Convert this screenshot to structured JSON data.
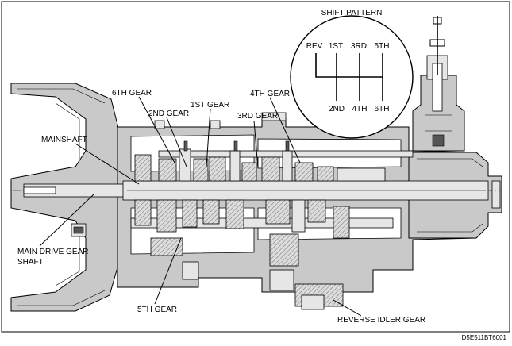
{
  "shift_pattern": {
    "title": "SHIFT PATTERN",
    "top_positions": [
      "REV",
      "1ST",
      "3RD",
      "5TH"
    ],
    "bottom_positions": [
      "2ND",
      "4TH",
      "6TH"
    ]
  },
  "labels": {
    "sixth_gear": "6TH GEAR",
    "second_gear": "2ND GEAR",
    "first_gear": "1ST GEAR",
    "third_gear": "3RD GEAR",
    "fourth_gear": "4TH GEAR",
    "mainshaft": "MAINSHAFT",
    "main_drive_gear_shaft_line1": "MAIN DRIVE GEAR",
    "main_drive_gear_shaft_line2": "SHAFT",
    "fifth_gear": "5TH GEAR",
    "reverse_idler_gear": "REVERSE IDLER GEAR"
  },
  "figure_code": "D5E511BT6001"
}
